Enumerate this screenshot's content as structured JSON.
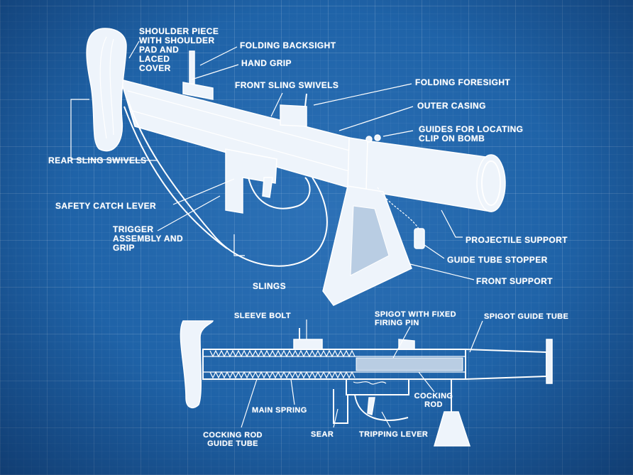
{
  "labels": {
    "shoulder_piece": "SHOULDER PIECE\nWITH SHOULDER\nPAD AND\nLACED\nCOVER",
    "folding_backsight": "FOLDING BACKSIGHT",
    "hand_grip": "HAND GRIP",
    "front_sling_swivels": "FRONT SLING SWIVELS",
    "folding_foresight": "FOLDING FORESIGHT",
    "outer_casing": "OUTER CASING",
    "guides_clip": "GUIDES FOR LOCATING\nCLIP ON BOMB",
    "rear_sling_swivels": "REAR SLING SWIVELS",
    "safety_catch_lever": "SAFETY CATCH LEVER",
    "trigger_assembly": "TRIGGER\nASSEMBLY AND\nGRIP",
    "projectile_support": "PROJECTILE SUPPORT",
    "guide_tube_stopper": "GUIDE TUBE STOPPER",
    "slings": "SLINGS",
    "front_support": "FRONT SUPPORT",
    "sleeve_bolt": "SLEEVE BOLT",
    "spigot_fixed_pin": "SPIGOT WITH FIXED\nFIRING PIN",
    "spigot_guide_tube": "SPIGOT GUIDE TUBE",
    "main_spring": "MAIN SPRING",
    "cocking_rod": "COCKING\nROD",
    "cocking_rod_guide_tube": "COCKING ROD\nGUIDE TUBE",
    "sear": "SEAR",
    "tripping_lever": "TRIPPING LEVER"
  }
}
